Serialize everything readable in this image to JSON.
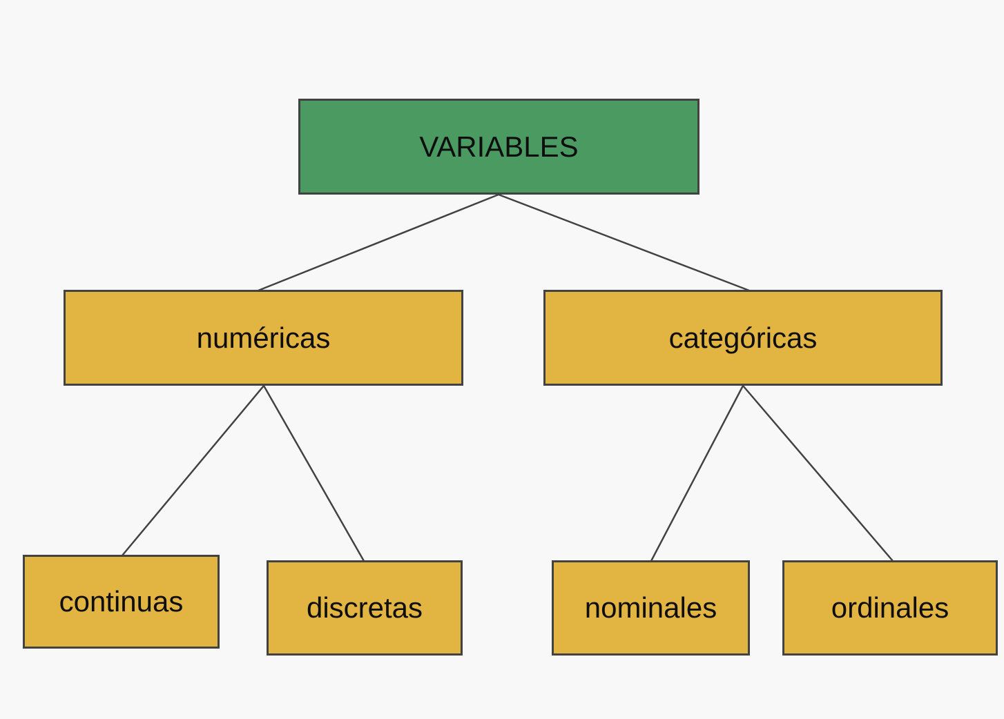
{
  "page": {
    "background": "#f8f8f8"
  },
  "colors": {
    "root_fill": "#4a9a62",
    "branch_fill": "#e2b441",
    "leaf_fill": "#e2b441",
    "stroke": "#424242",
    "connector": "#424242",
    "text": "#0e0e0e"
  },
  "tree": {
    "root": {
      "label": "VARIABLES"
    },
    "branches": [
      {
        "label": "numéricas",
        "children": [
          {
            "label": "continuas"
          },
          {
            "label": "discretas"
          }
        ]
      },
      {
        "label": "categóricas",
        "children": [
          {
            "label": "nominales"
          },
          {
            "label": "ordinales"
          }
        ]
      }
    ]
  }
}
